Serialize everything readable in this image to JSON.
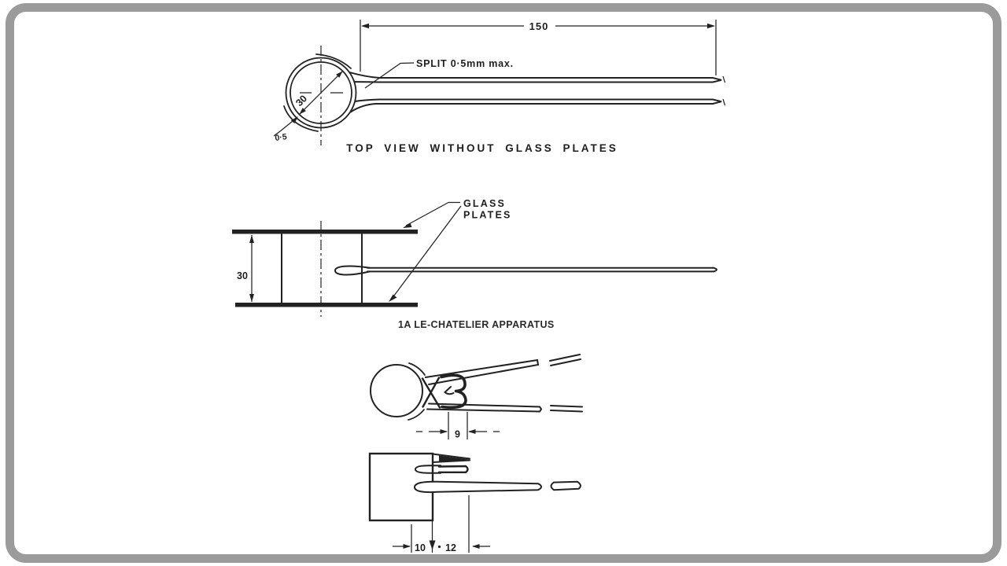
{
  "figure": {
    "top_view": {
      "dim_length": "150",
      "split_label": "SPLIT 0·5mm max.",
      "dim_diameter": "30",
      "dim_wall_thickness": "0·5",
      "caption": "TOP VIEW WITHOUT GLASS PLATES"
    },
    "side_view": {
      "glass_plates_label_line1": "GLASS",
      "glass_plates_label_line2": "PLATES",
      "dim_height": "30",
      "caption": "1A LE-CHATELIER APPARATUS"
    },
    "detail_split_top": {
      "dim_gap": "9"
    },
    "detail_split_side": {
      "dim_left": "10",
      "dim_right": "12"
    }
  },
  "colors": {
    "line": "#222222",
    "frame_border": "#9b9b9b",
    "background": "#ffffff"
  }
}
